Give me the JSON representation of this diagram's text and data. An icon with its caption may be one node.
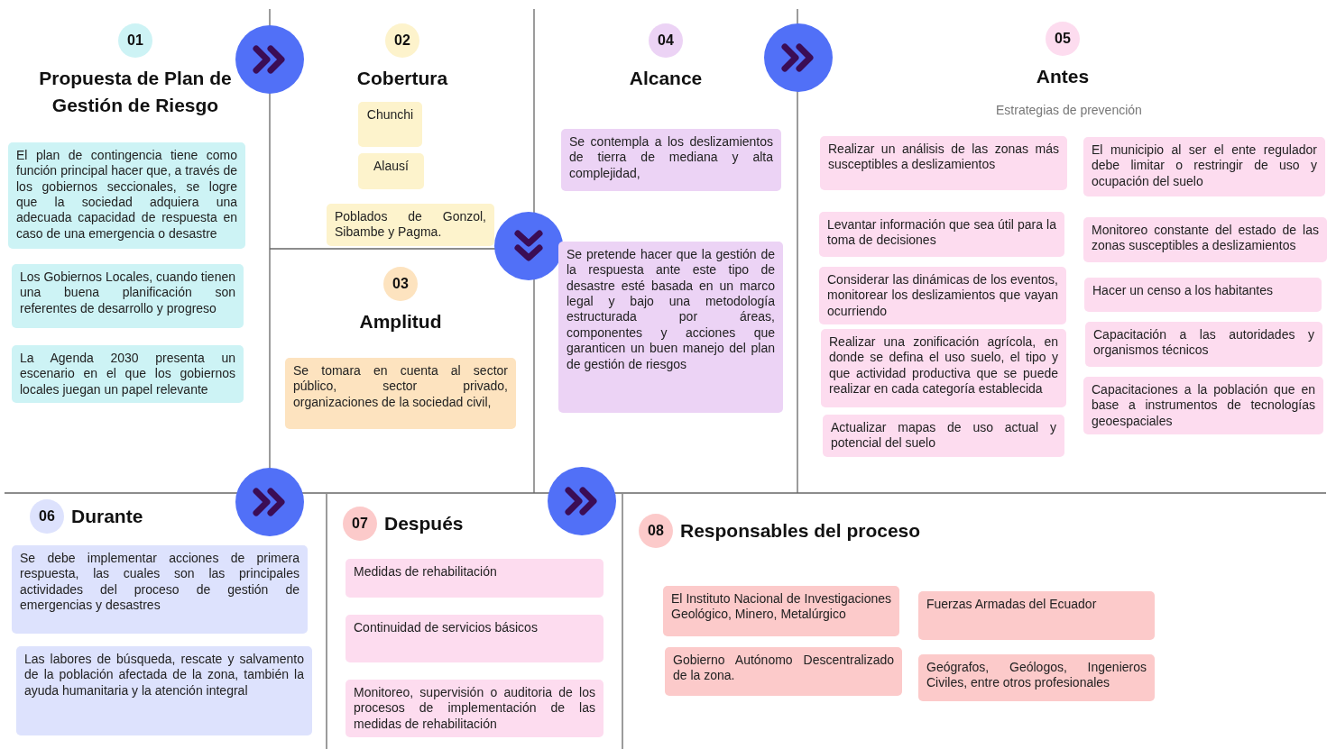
{
  "diagram": {
    "nodes": [
      {
        "text": [
          "01",
          "Propuesta de Plan de Gestión de Riesgo"
        ]
      },
      {
        "text": [
          "El plan de contingencia tiene como función principal hacer que, a través de los gobiernos seccionales, se logre que la sociedad adquiera una adecuada capacidad de respuesta en caso de una emergencia o desastre"
        ]
      },
      {
        "text": [
          "Los Gobiernos Locales, cuando tienen una buena planificación son referentes de desarrollo y progreso"
        ]
      },
      {
        "text": [
          "La Agenda 2030 presenta un escenario en el que los gobiernos locales juegan un papel relevante"
        ]
      },
      {
        "text": [
          "02",
          "Cobertura"
        ]
      },
      {
        "text": [
          "Chunchi"
        ]
      },
      {
        "text": [
          "Alausí"
        ]
      },
      {
        "text": [
          "Poblados de Gonzol, Sibambe y Pagma."
        ]
      },
      {
        "text": [
          "03",
          "Amplitud"
        ]
      },
      {
        "text": [
          "Se tomara en cuenta al sector público, sector privado, organizaciones de la sociedad civil,"
        ]
      },
      {
        "text": [
          "04",
          "Alcance"
        ]
      },
      {
        "text": [
          "Se contempla a los deslizamientos de tierra de mediana y alta complejidad,"
        ]
      },
      {
        "text": [
          "Se pretende hacer que la gestión de la respuesta ante este tipo de desastre esté basada en un marco legal y bajo una metodología estructurada por áreas, componentes y acciones que garanticen un buen manejo del plan de gestión de riesgos"
        ]
      },
      {
        "text": [
          "05",
          "Antes"
        ]
      },
      {
        "text": [
          "Realizar un análisis de las zonas más susceptibles a deslizamientos"
        ]
      },
      {
        "text": [
          "Levantar información que sea útil para la toma de decisiones"
        ]
      },
      {
        "text": [
          "Considerar las dinámicas de los eventos, monitorear los deslizamientos que vayan ocurriendo"
        ]
      },
      {
        "text": [
          "Realizar una zonificación agrícola, en donde se defina el uso suelo, el tipo y que actividad productiva que se puede realizar en cada categoría establecida"
        ]
      },
      {
        "text": [
          "Actualizar mapas de uso actual y potencial del suelo"
        ]
      },
      {
        "text": [
          "El municipio al ser el ente regulador debe limitar o restringir de uso y ocupación del suelo"
        ]
      },
      {
        "text": [
          "Monitoreo constante del estado de las zonas susceptibles a deslizamientos"
        ]
      },
      {
        "text": [
          "Hacer un censo a los habitantes"
        ]
      },
      {
        "text": [
          "Capacitación a las autoridades y organismos técnicos"
        ]
      },
      {
        "text": [
          "Capacitaciones a la población que en base a instrumentos de tecnologías geoespaciales"
        ]
      },
      {
        "text": [
          "06",
          "Durante"
        ]
      },
      {
        "text": [
          "Se debe implementar acciones de primera respuesta, las cuales son las principales actividades del proceso de gestión de emergencias y desastres"
        ]
      },
      {
        "text": [
          "Las labores de búsqueda, rescate y salvamento de la población afectada de la zona, también la ayuda humanitaria y la atención integral"
        ]
      },
      {
        "text": [
          "07",
          "Después"
        ]
      },
      {
        "text": [
          "Medidas de rehabilitación"
        ]
      },
      {
        "text": [
          "Continuidad de servicios básicos"
        ]
      },
      {
        "text": [
          "Monitoreo, supervisión o auditoria de los procesos de implementación de las medidas de rehabilitación"
        ]
      },
      {
        "text": [
          "08",
          "Responsables del proceso"
        ]
      },
      {
        "text": [
          "El Instituto Nacional de Investigaciones Geológico, Minero, Metalúrgico"
        ]
      },
      {
        "text": [
          "Fuerzas Armadas del Ecuador"
        ]
      },
      {
        "text": [
          "Gobierno Autónomo Descentralizado de la zona."
        ]
      },
      {
        "text": [
          "Geógrafos, Geólogos, Ingenieros Civiles, entre otros profesionales"
        ]
      }
    ],
    "labels": [
      "Estrategias de prevención"
    ]
  }
}
